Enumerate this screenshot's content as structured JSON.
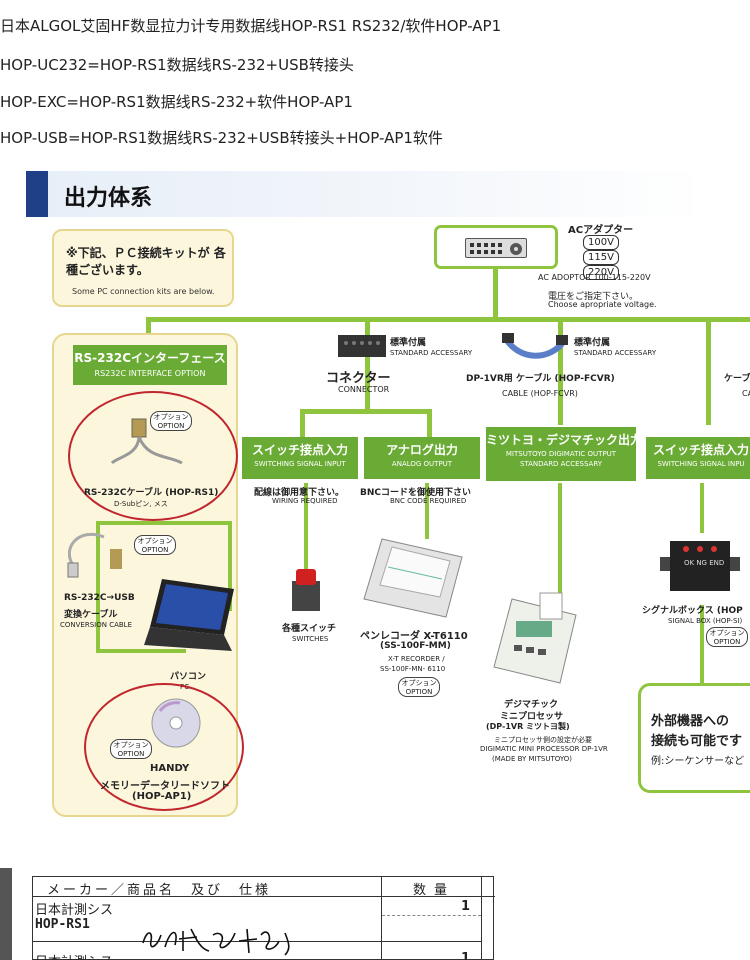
{
  "lines": [
    "日本ALGOL艾固HF数显拉力计专用数据线HOP-RS1 RS232/软件HOP-AP1",
    "HOP-UC232=HOP-RS1数据线RS-232+USB转接头",
    "HOP-EXC=HOP-RS1数据线RS-232+软件HOP-AP1",
    "HOP-USB=HOP-RS1数据线RS-232+USB转接头+HOP-AP1软件"
  ],
  "diagram": {
    "title": "出力体系",
    "note_jp": "※下記、ＰＣ接続キットが 各種ございます。",
    "note_en": "Some PC connection kits are below.",
    "ac": {
      "label": "ACアダプター",
      "volts": [
        "100V",
        "115V",
        "220V"
      ],
      "en": "AC ADOPTOR 100-115-220V",
      "jp": "電圧をご指定下さい。",
      "en2": "Choose apropriate voltage."
    },
    "rs232": {
      "badge": "RS-232Cインターフェース",
      "badge_en": "RS232C INTERFACE OPTION",
      "cable": "RS-232Cケーブル (HOP-RS1)",
      "cable_sub": "D-Subピン, メス",
      "conv_1": "RS-232C→USB",
      "conv_2": "変換ケーブル",
      "conv_en": "CONVERSION CABLE",
      "pc": "パソコン",
      "pc_en": "PC",
      "soft_1": "HANDY",
      "soft_2": "メモリーデータリードソフト",
      "soft_3": "(HOP-AP1)"
    },
    "option": "オプション",
    "option_en": "OPTION",
    "std": "標準付属",
    "std_en": "STANDARD ACCESSARY",
    "connector": "コネクター",
    "connector_en": "CONNECTOR",
    "dp_cable": "DP-1VR用 ケーブル (HOP-FCVR)",
    "dp_cable_en": "CABLE (HOP-FCVR)",
    "cable_right": "ケーブ",
    "cable_right_en": "CA",
    "switch_in": "スイッチ接点入力",
    "switch_in_en": "SWITCHING SIGNAL INPUT",
    "analog": "アナログ出力",
    "analog_en": "ANALOG OUTPUT",
    "mitutoyo": "ミツトヨ・デジマチック出力",
    "mitutoyo_en1": "MITSUTOYO DIGIMATIC OUTPUT",
    "mitutoyo_en2": "STANDARD ACCESSARY",
    "switch_in2": "スイッチ接点入力",
    "switch_in2_en": "SWITCHING SIGNAL INPU",
    "wiring": "配線は御用意下さい。",
    "wiring_en": "WIRING REQUIRED",
    "bnc": "BNCコードを御使用下さい",
    "bnc_en": "BNC CODE REQUIRED",
    "switches": "各種スイッチ",
    "switches_en": "SWITCHES",
    "recorder": "ペンレコーダ X-T6110",
    "recorder_2": "(SS-100F-MM)",
    "recorder_en1": "X-T RECORDER /",
    "recorder_en2": "SS-100F-MN- 6110",
    "digi_1": "デジマチック",
    "digi_2": "ミニプロセッサ",
    "digi_3": "(DP-1VR ミツトヨ製)",
    "digi_4": "ミニプロセッサ側の設定が必要",
    "digi_en1": "DIGIMATIC MINI PROCESSOR DP-1VR",
    "digi_en2": "(MADE BY MITSUTOYO)",
    "signal_box": "シグナルボックス (HOP",
    "signal_box_en": "SIGNAL BOX (HOP-SI)",
    "signal_leds": "OK NG END",
    "ext_1": "外部機器への",
    "ext_2": "接続も可能です",
    "ext_3": "例:シーケンサーなど"
  },
  "form": {
    "head_left": "メーカー／商品名　及び　仕様",
    "head_right": "数量",
    "row1_maker": "日本計測シス",
    "row1_model": "HOP-RS1",
    "row1_qty": "1",
    "row2_maker": "日本計測シス",
    "row2_qty": "1"
  }
}
